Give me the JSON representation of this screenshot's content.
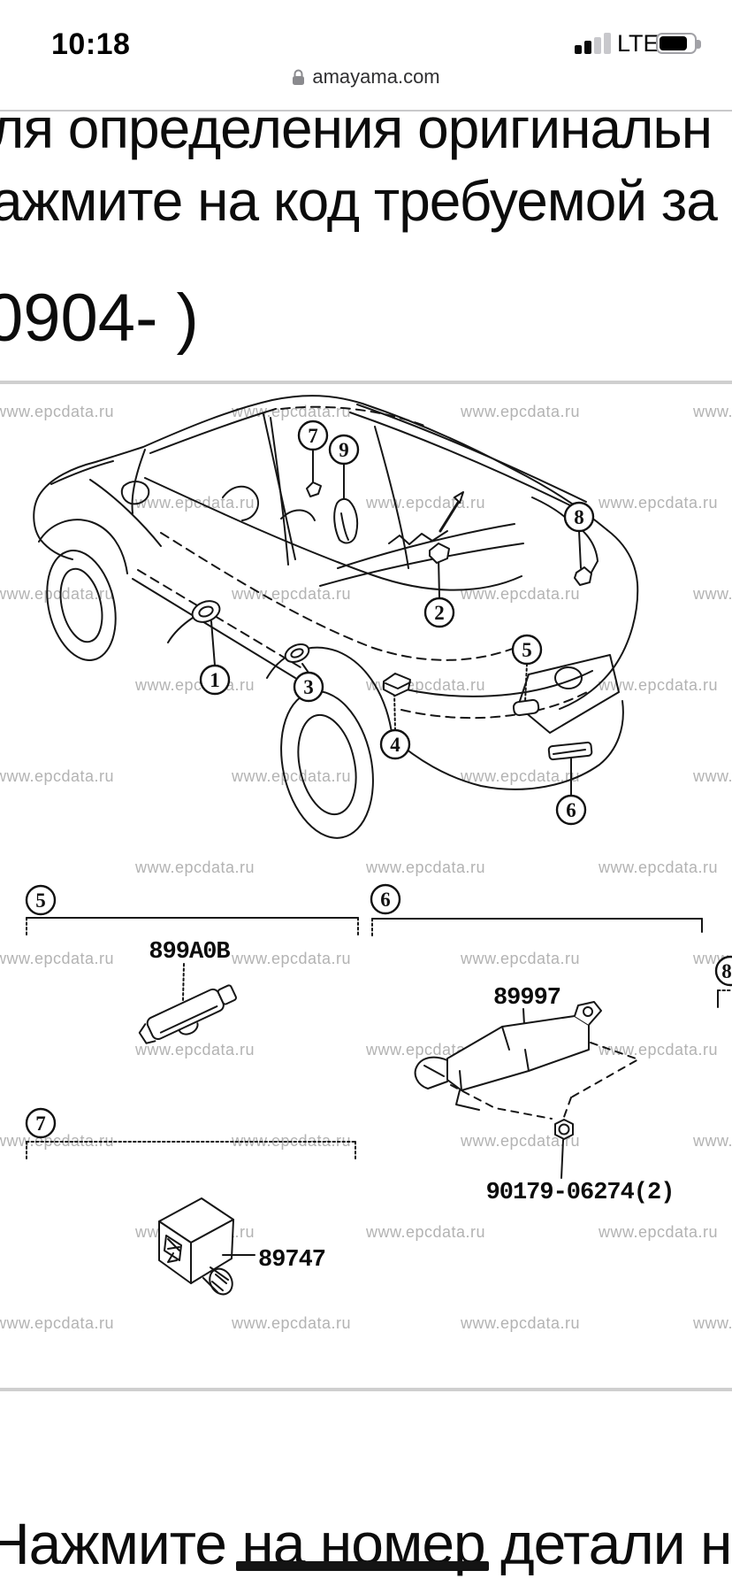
{
  "status_bar": {
    "time": "10:18",
    "network": "LTE"
  },
  "browser": {
    "address": "amayama.com"
  },
  "heading": {
    "line1": "ля определения оригинальн",
    "line2": "ажмите на код требуемой за"
  },
  "model_code": "0904- )",
  "diagram": {
    "watermark": "www.epcdata.ru",
    "callouts": [
      "1",
      "2",
      "3",
      "4",
      "5",
      "6",
      "7",
      "8",
      "9"
    ],
    "sections": {
      "s5": "5",
      "s6": "6",
      "s7": "7",
      "s8": "8"
    },
    "part_numbers": {
      "antenna": "899A0B",
      "amplifier": "89997",
      "nut": "90179-06274(2)",
      "buzzer": "89747"
    }
  },
  "footer": {
    "part1": "Нажмите ",
    "link": "на номер",
    "part2": " детали на"
  },
  "colors": {
    "watermark": "#b3b3b3",
    "line_art": "#161616",
    "rule": "#cfcfcf",
    "strike": "#141414"
  }
}
